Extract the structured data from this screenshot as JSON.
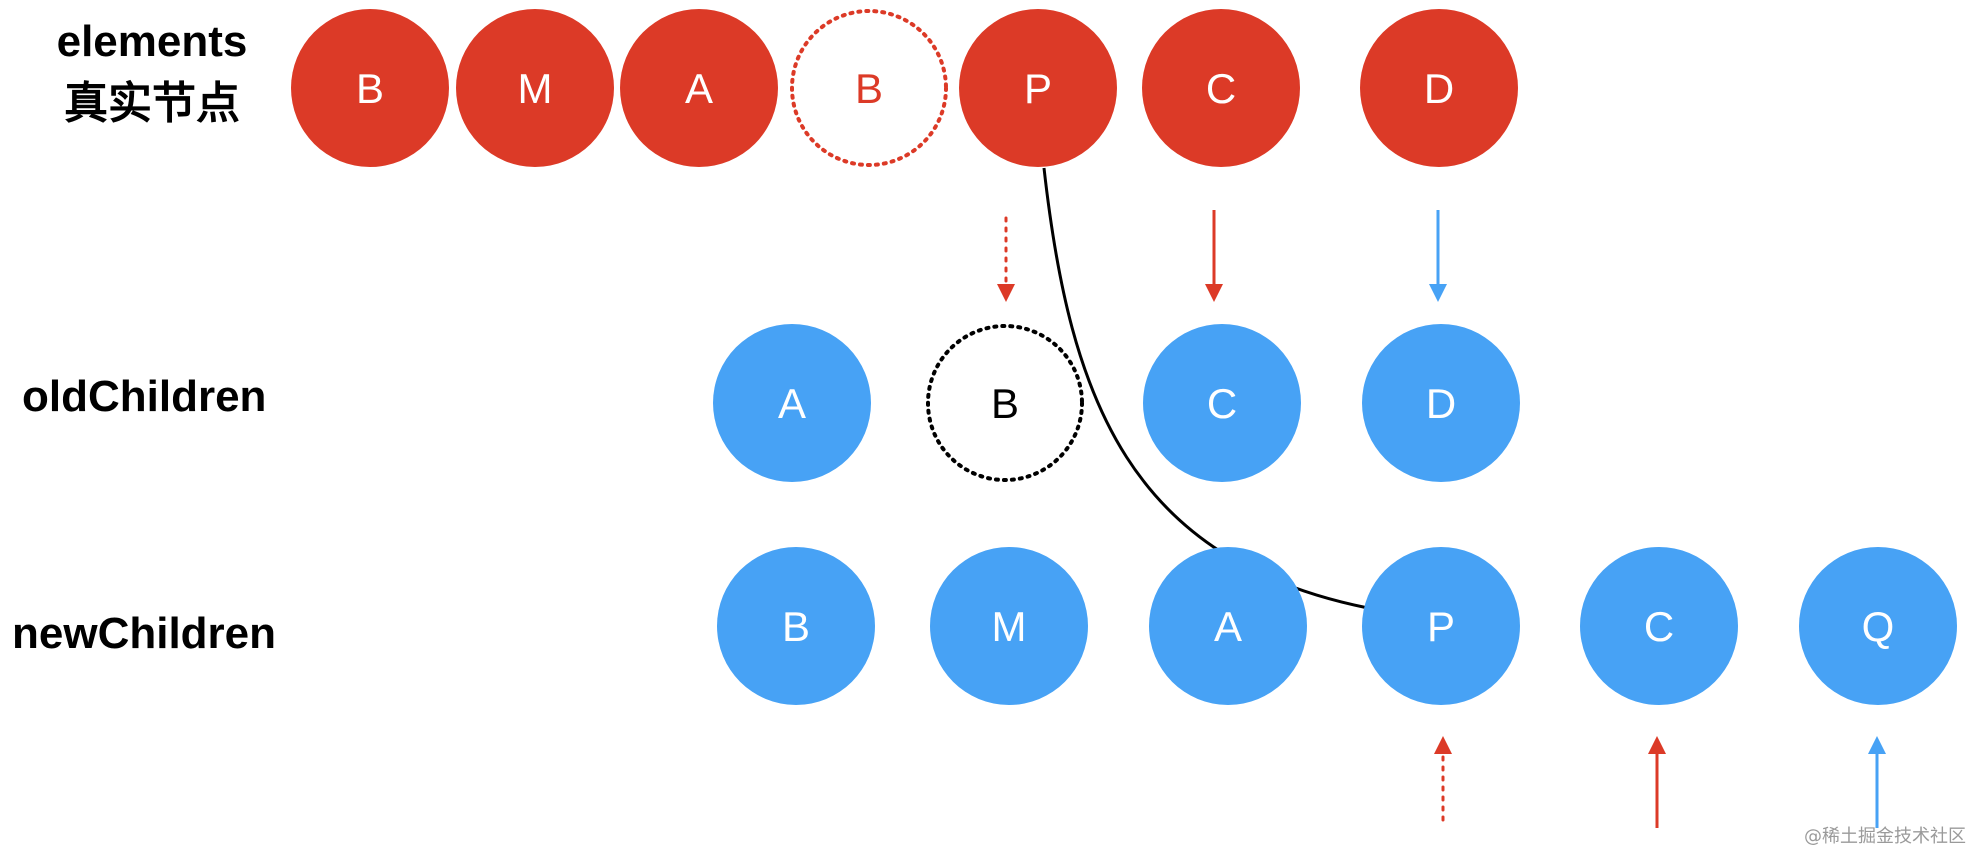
{
  "colors": {
    "red": "#dc3a27",
    "blue": "#47a2f5",
    "black": "#000000",
    "white": "#ffffff"
  },
  "labels": {
    "elements_line1": "elements",
    "elements_line2": "真实节点",
    "old_children": "oldChildren",
    "new_children": "newChildren"
  },
  "rows": {
    "elements": [
      {
        "key": "B",
        "style": "solid"
      },
      {
        "key": "M",
        "style": "solid"
      },
      {
        "key": "A",
        "style": "solid"
      },
      {
        "key": "B",
        "style": "dotted"
      },
      {
        "key": "P",
        "style": "solid"
      },
      {
        "key": "C",
        "style": "solid"
      },
      {
        "key": "D",
        "style": "solid"
      }
    ],
    "old_children": [
      {
        "key": "A",
        "style": "solid"
      },
      {
        "key": "B",
        "style": "dotted"
      },
      {
        "key": "C",
        "style": "solid"
      },
      {
        "key": "D",
        "style": "solid"
      }
    ],
    "new_children": [
      {
        "key": "B",
        "style": "solid"
      },
      {
        "key": "M",
        "style": "solid"
      },
      {
        "key": "A",
        "style": "solid"
      },
      {
        "key": "P",
        "style": "solid"
      },
      {
        "key": "C",
        "style": "solid"
      },
      {
        "key": "Q",
        "style": "solid"
      }
    ]
  },
  "arrows": [
    {
      "name": "arrow-elements-b-to-old-b",
      "color": "red",
      "style": "dotted",
      "direction": "down"
    },
    {
      "name": "arrow-elements-c-to-old-c",
      "color": "red",
      "style": "solid",
      "direction": "down"
    },
    {
      "name": "arrow-elements-d-to-old-d",
      "color": "blue",
      "style": "solid",
      "direction": "down"
    },
    {
      "name": "arrow-up-to-new-p",
      "color": "red",
      "style": "dotted",
      "direction": "up"
    },
    {
      "name": "arrow-up-to-new-c",
      "color": "red",
      "style": "solid",
      "direction": "up"
    },
    {
      "name": "arrow-up-to-new-q",
      "color": "blue",
      "style": "solid",
      "direction": "up"
    }
  ],
  "connector": {
    "name": "curve-elements-p-to-new-p",
    "color": "black"
  },
  "watermark": "@稀土掘金技术社区"
}
